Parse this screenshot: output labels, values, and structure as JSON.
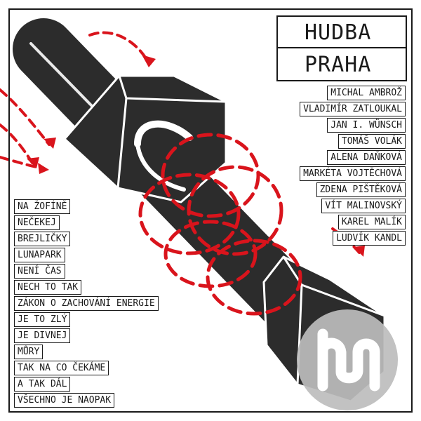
{
  "album": {
    "title_line1": "HUDBA",
    "title_line2": "PRAHA"
  },
  "musicians": [
    "MICHAL AMBROŽ",
    "VLADIMÍR ZATLOUKAL",
    "JAN I. WÜNSCH",
    "TOMÁŠ VOLÁK",
    "ALENA DAŇKOVÁ",
    "MARKÉTA VOJTĚCHOVÁ",
    "ZDENA PIŠTĚKOVÁ",
    "VÍT MALINOVSKÝ",
    "KAREL MALÍK",
    "LUDVÍK KANDL"
  ],
  "tracks": [
    "NA ŽOFÍNĚ",
    "NEČEKEJ",
    "BREJLIČKY",
    "LUNAPARK",
    "NENÍ ČAS",
    "NECH TO TAK",
    "ZÁKON O ZACHOVÁNÍ ENERGIE",
    "JE TO ZLÝ",
    "JE DIVNEJ",
    "MŮRY",
    "TAK NA CO ČEKÁME",
    "A TAK DÁL",
    "VŠECHNO JE NAOPAK"
  ],
  "colors": {
    "ink": "#1a1a1a",
    "bolt": "#2c2c2c",
    "accent_red": "#d9141c",
    "paper": "#ffffff",
    "logo_gray": "#bdbdbd"
  },
  "icons": {
    "bolt": "bolt-illustration",
    "arrows": "dashed-red-arrows",
    "logo": "publisher-logo"
  }
}
